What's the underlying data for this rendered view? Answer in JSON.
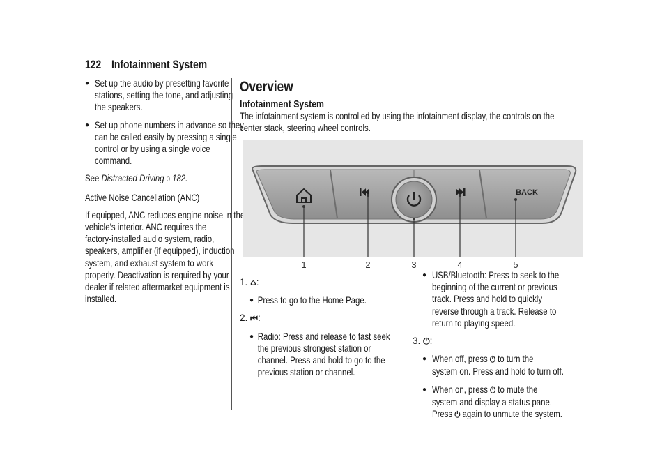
{
  "header": {
    "page_number": "122",
    "title": "Infotainment System"
  },
  "left_column": {
    "bullets": [
      [
        "Set up the audio by presetting favorite",
        "stations, setting the tone, and adjusting",
        "the speakers."
      ],
      [
        "Set up phone numbers in advance so they",
        "can be called easily by pressing a single",
        "control or by using a single voice",
        "command."
      ]
    ],
    "see_prefix": "See",
    "see_link": "Distracted Driving",
    "see_arrow": "0",
    "see_page": "182.",
    "anc_heading": "Active Noise Cancellation (ANC)",
    "anc_lines": [
      "If equipped, ANC reduces engine noise in the",
      "vehicle’s interior. ANC requires the",
      "factory-installed audio system, radio,",
      "speakers, amplifier (if equipped), induction",
      "system, and exhaust system to work",
      "properly. Deactivation is required by your",
      "dealer if related aftermarket equipment is",
      "installed."
    ]
  },
  "main": {
    "overview_title": "Overview",
    "section_title": "Infotainment System",
    "intro_lines": [
      "The infotainment system is controlled by using the infotainment display, the controls on the",
      "center stack, steering wheel controls."
    ]
  },
  "figure": {
    "back_label": "BACK",
    "callouts": [
      "1",
      "2",
      "3",
      "4",
      "5"
    ],
    "icons": [
      "home-icon",
      "seek-back-icon",
      "power-icon",
      "seek-forward-icon"
    ]
  },
  "items": {
    "item1_num": "1.",
    "item1_icon": "⌂",
    "item1_bullet": "Press to go to the Home Page.",
    "item2_num": "2.",
    "item2_icon": "⏮",
    "item2_bullet": [
      "Radio: Press and release to fast seek",
      "the previous strongest station or",
      "channel. Press and hold to go to the",
      "previous station or channel."
    ],
    "usb_bullet": [
      "USB/Bluetooth: Press to seek to the",
      "beginning of the current or previous",
      "track. Press and hold to quickly",
      "reverse through a track. Release to",
      "return to playing speed."
    ],
    "item3_num": "3.",
    "item3_icon": "⏻",
    "item3_b1_pre": "When off, press",
    "item3_b1_post": "to turn the",
    "item3_b1_line2": "system on. Press and hold to turn off.",
    "item3_b2_pre": "When on, press",
    "item3_b2_post": "to mute the",
    "item3_b2_line2": "system and display a status pane.",
    "item3_b2_line3_pre": "Press",
    "item3_b2_line3_post": "again to unmute the system."
  }
}
